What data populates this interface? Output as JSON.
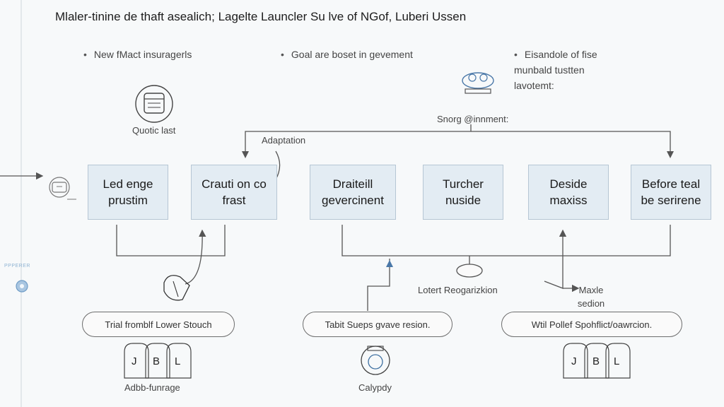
{
  "title": "Mlaler-tinine de thaft asealich; Lagelte Launcler Su lve of NGof, Luberi Ussen",
  "bullets": [
    {
      "text": "New fMact insuragerls"
    },
    {
      "text": "Goal are boset in gevement"
    },
    {
      "text": "Eisandole of fise munbald tustten lavotemt:"
    }
  ],
  "captions": {
    "quotic_last": "Quotic last",
    "snorg_element": "Snorg @innment:",
    "adaptation": "Adaptation",
    "lower_reorganization": "Lotert Reogarizkion",
    "maxle_section": "Maxle sedion",
    "adjb_storage": "Adbb-funrage",
    "calypdy": "Calypdy",
    "side_tag": "PPPERER"
  },
  "boxes": [
    {
      "label": "Led enge prustim"
    },
    {
      "label": "Crauti on co frast"
    },
    {
      "label": "Draiteill gevercinent"
    },
    {
      "label": "Turcher nuside"
    },
    {
      "label": "Deside maxiss"
    },
    {
      "label": "Before teal be serirene"
    }
  ],
  "pills": [
    {
      "label": "Trial fromblf Lower Stouch"
    },
    {
      "label": "Tabit Sueps gvave resion."
    },
    {
      "label": "Wtil Pollef Spohflict/oawrcion."
    }
  ],
  "icon_glyphs": {
    "left": [
      "J",
      "B",
      "L"
    ],
    "right": [
      "J",
      "B",
      "L"
    ]
  },
  "colors": {
    "box_fill": "#e3ecf3",
    "box_border": "#b6c6d4",
    "line": "#555555",
    "accent_blue": "#8fb3d3"
  }
}
